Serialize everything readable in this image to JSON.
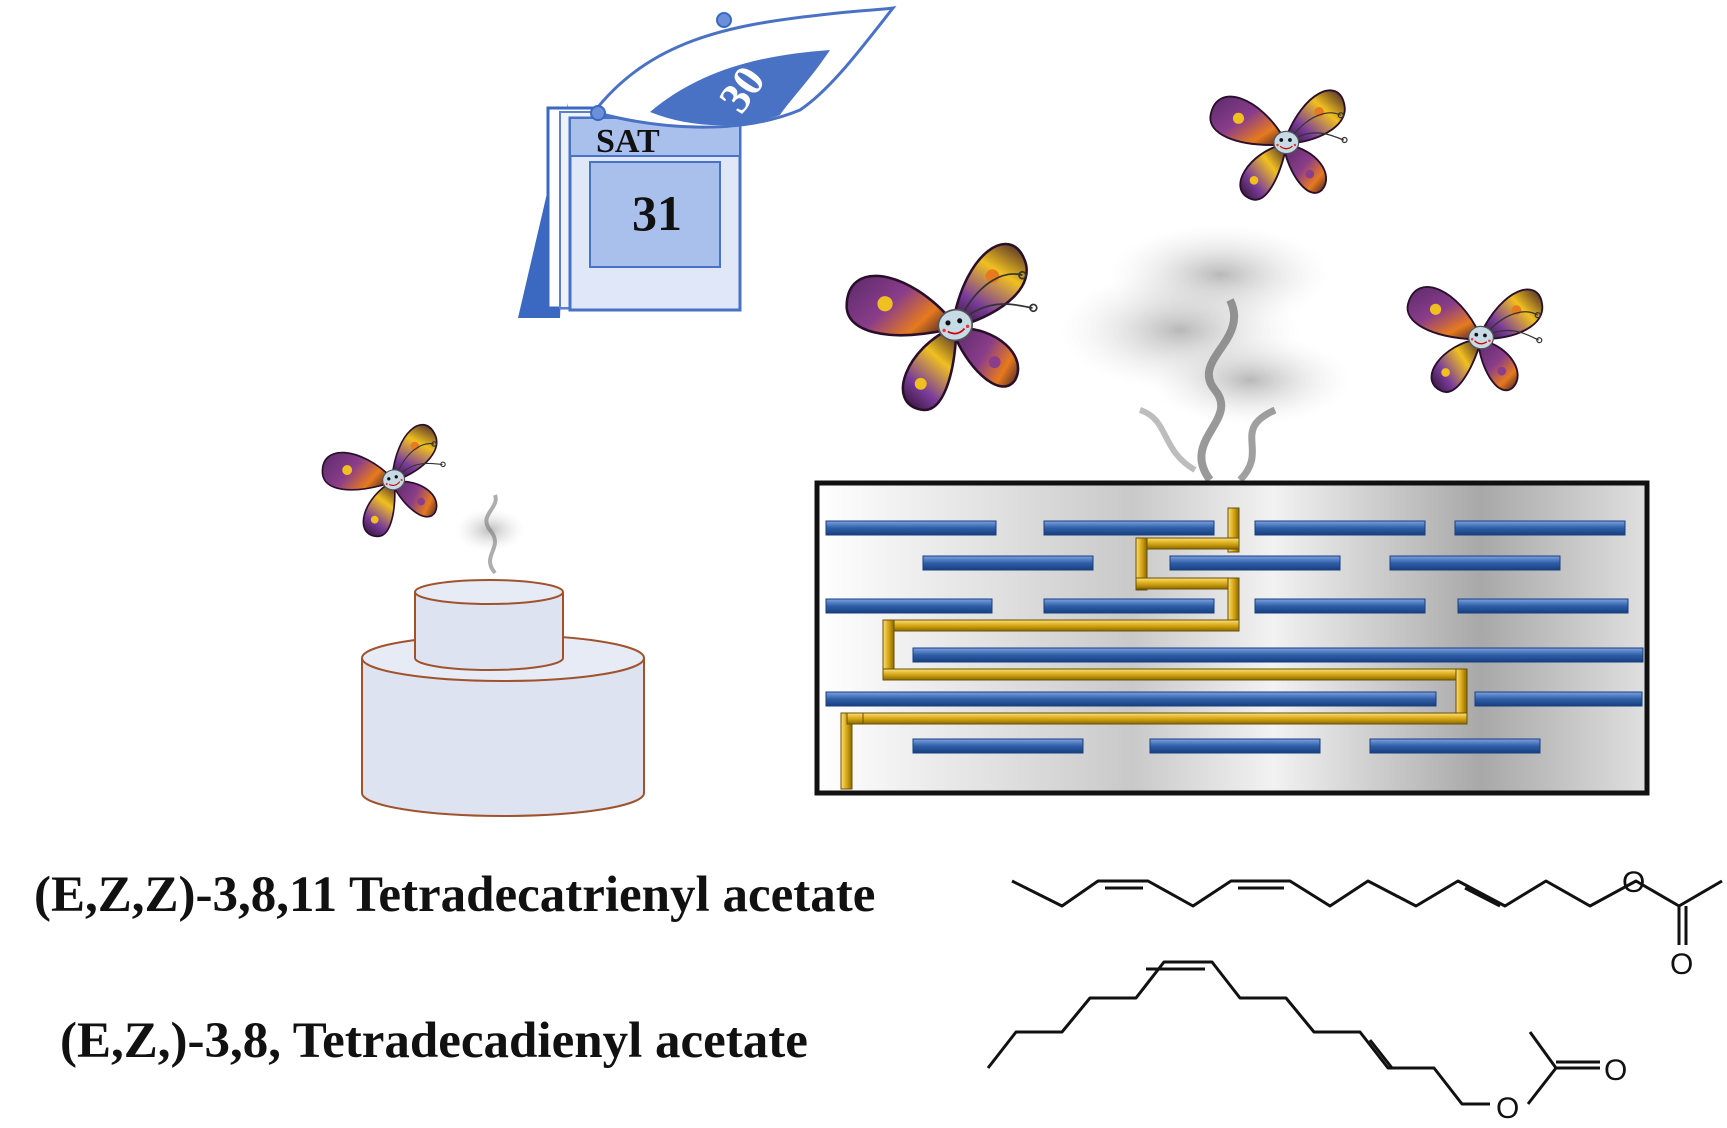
{
  "calendar": {
    "day_label": "SAT",
    "date_current": "31",
    "date_turning": "30"
  },
  "compounds": [
    {
      "name": "(E,Z,Z)-3,8,11 Tetradecatrienyl acetate",
      "oxygen_label": "O",
      "carbonyl_label": "O"
    },
    {
      "name": "(E,Z,)-3,8, Tetradecadienyl acetate",
      "oxygen_label": "O",
      "carbonyl_label": "O"
    }
  ],
  "colors": {
    "dispenser_blue": "#2f5fa8",
    "pheromone_gold": "#d8a814",
    "calendar_blue": "#4a72c4",
    "calendar_light": "#a9c0ec",
    "cake_fill": "#dde3f1",
    "cake_stroke": "#a0522d"
  },
  "icons": [
    "calendar-icon",
    "butterfly-icon",
    "smoke-plume",
    "pheromone-dispenser",
    "layered-cake"
  ]
}
